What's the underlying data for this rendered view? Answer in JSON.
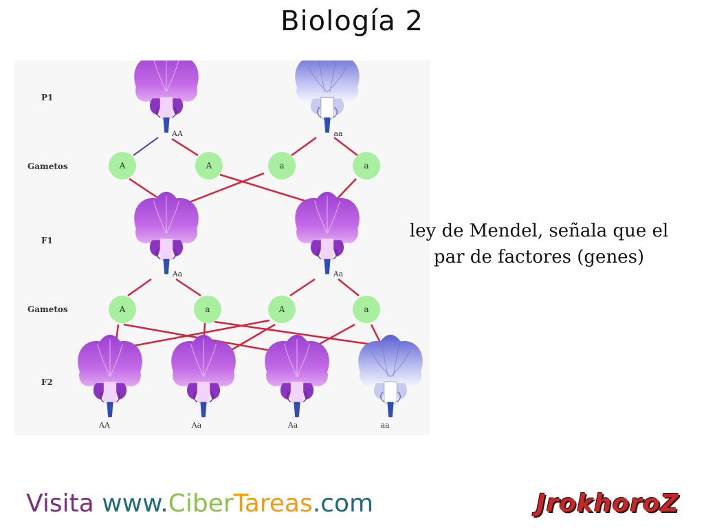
{
  "title": "Biología 2",
  "diagram": {
    "rows": {
      "p1": "P1",
      "gametes1": "Gametos",
      "f1": "F1",
      "gametes2": "Gametos",
      "f2": "F2"
    },
    "p1_genotypes": [
      "AA",
      "aa"
    ],
    "gametes1": [
      "A",
      "A",
      "a",
      "a"
    ],
    "f1_genotypes": [
      "Aa",
      "Aa"
    ],
    "gametes2": [
      "A",
      "a",
      "A",
      "a"
    ],
    "f2_genotypes": [
      "AA",
      "Aa",
      "Aa",
      "aa"
    ],
    "colors": {
      "purple_flower": "#b255d6",
      "white_flower": "#e4e6f6",
      "gamete_circle": "#a8ef9f",
      "cross_line": "#d3243d",
      "blue_line": "#3a3ab2"
    }
  },
  "caption": {
    "line1": "ley de Mendel, señala que el",
    "line2": "par de factores (genes)"
  },
  "footer": {
    "visit": "Visita",
    "url_www": "www.",
    "url_ciber": "Ciber",
    "url_tareas": "Tareas",
    "url_com": ".com"
  },
  "logo_text": "JrokhoroZ"
}
